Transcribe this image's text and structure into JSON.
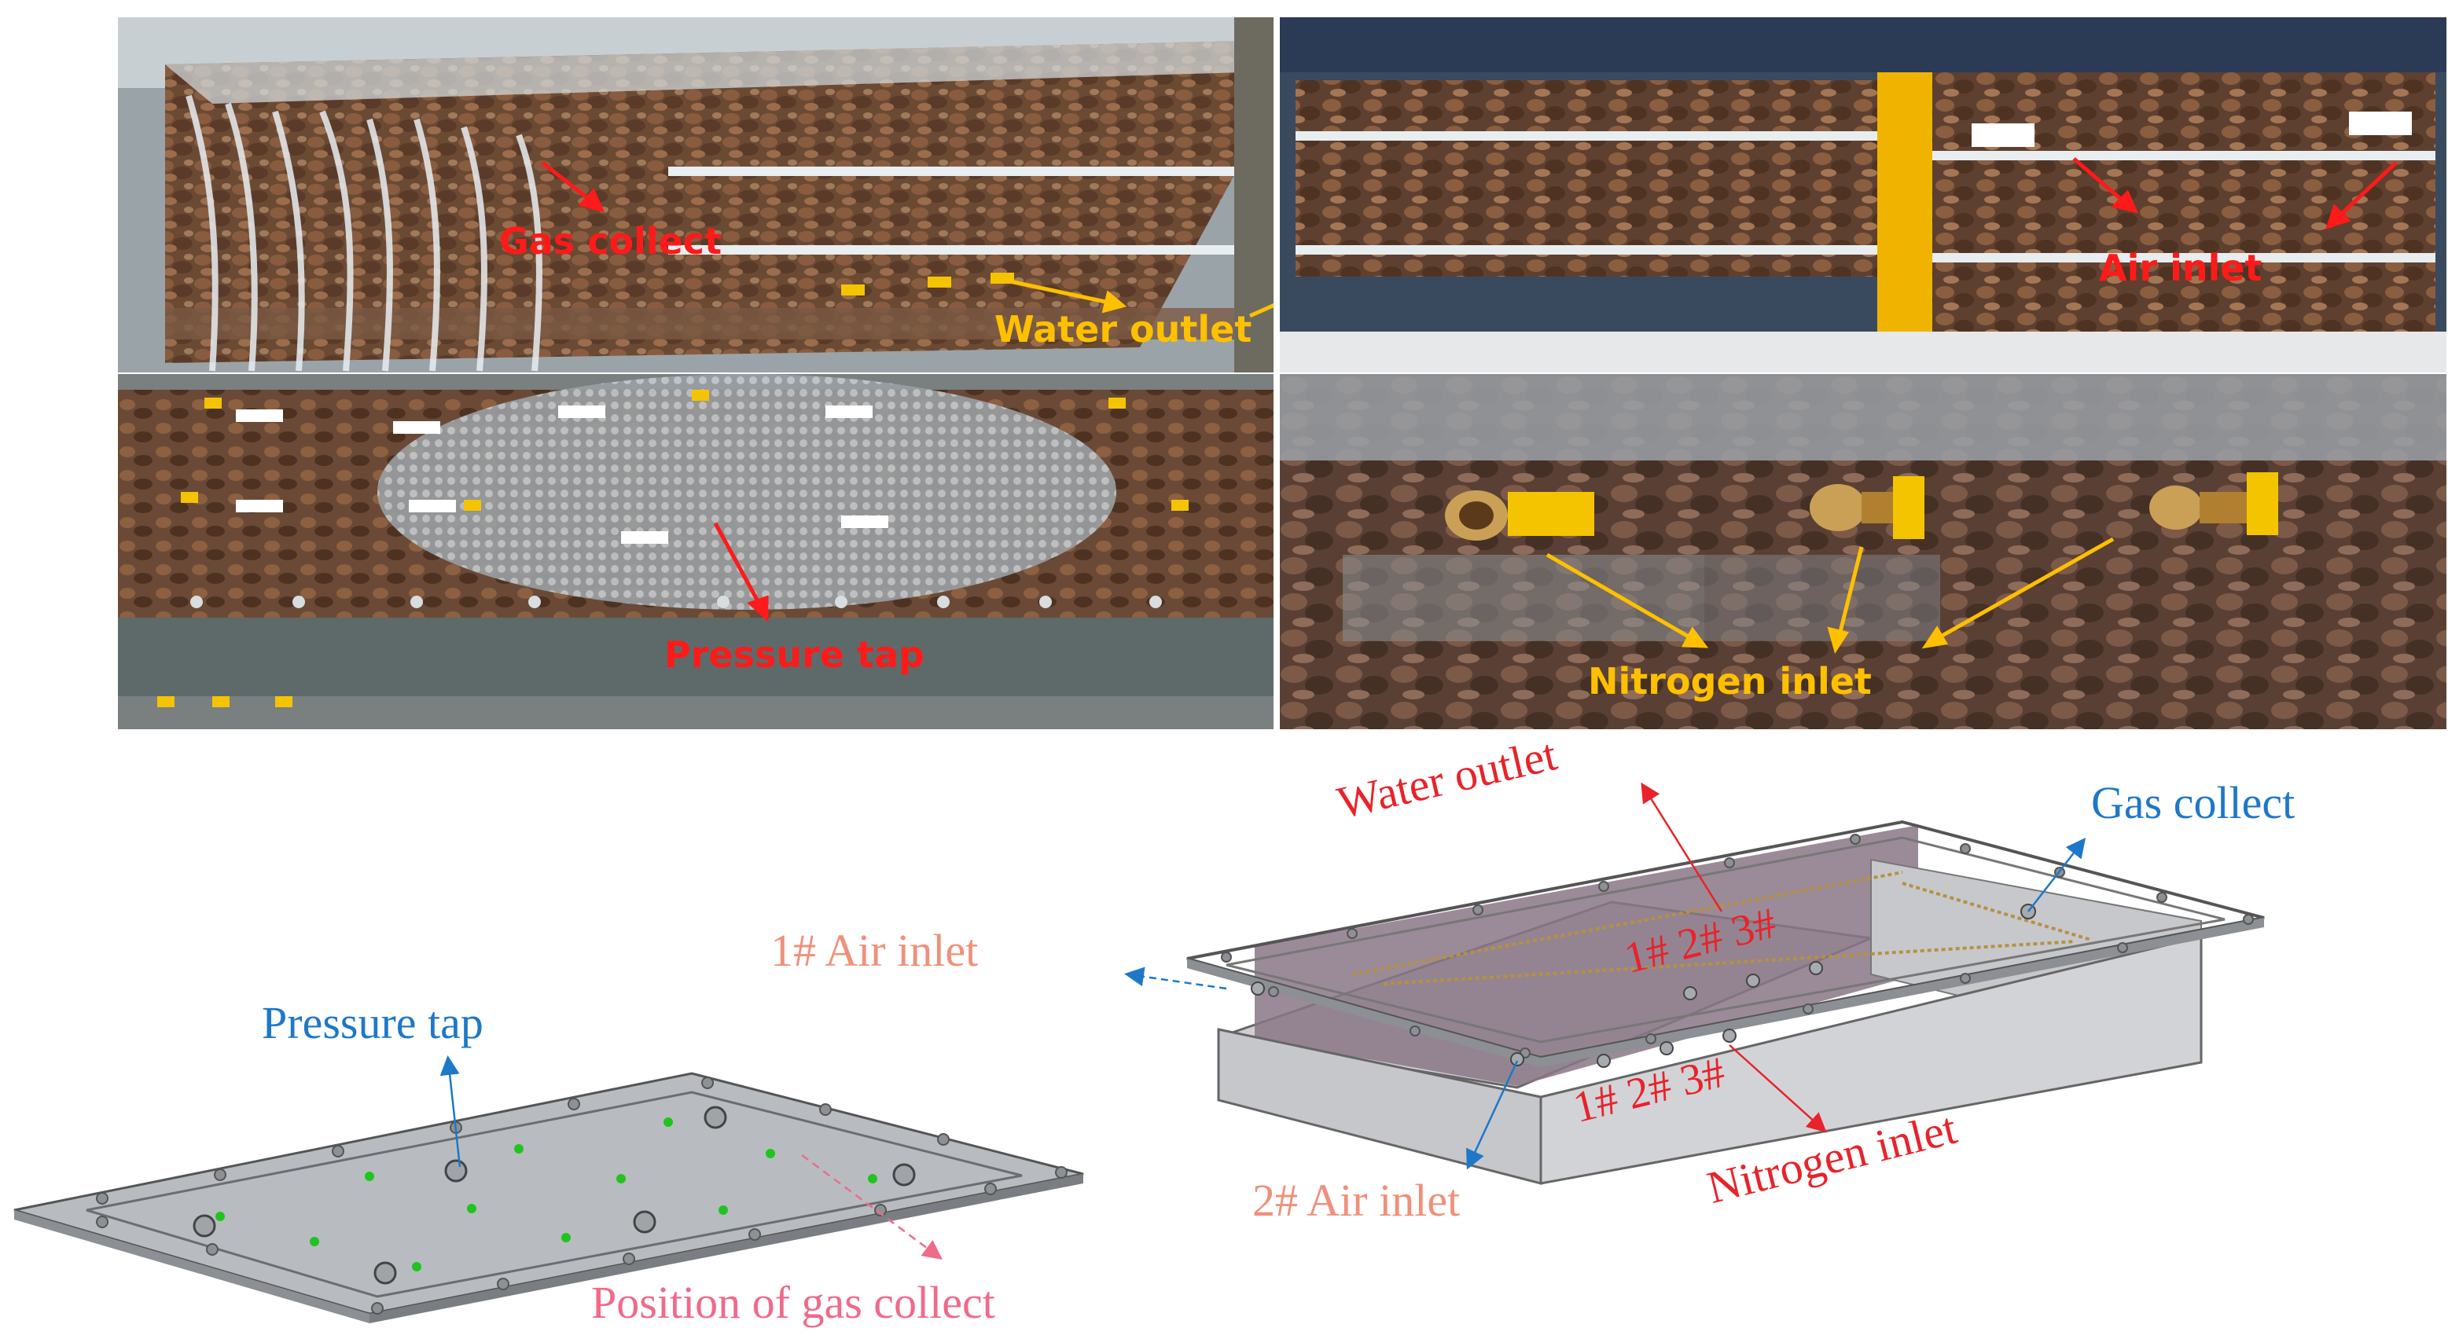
{
  "photos": {
    "top_left": {
      "label": "Gas collect",
      "label2": "Water outlet"
    },
    "top_right": {
      "label": "Air inlet"
    },
    "bottom_left": {
      "label": "Pressure tap"
    },
    "bottom_right": {
      "label": "Nitrogen inlet"
    }
  },
  "diagram_left": {
    "pressure_tap": "Pressure tap",
    "position_gas_collect": "Position of gas collect"
  },
  "diagram_right": {
    "water_outlet": "Water outlet",
    "gas_collect": "Gas collect",
    "air_inlet_1": "1# Air inlet",
    "air_inlet_2": "2# Air inlet",
    "nitrogen_inlet": "Nitrogen inlet",
    "back_numbers": "1# 2# 3#",
    "front_numbers": "1# 2# 3#"
  },
  "colors": {
    "photo_label_red": "#ff1a1a",
    "photo_label_yellow": "#ffc000",
    "diagram_red": "#e8232a",
    "diagram_blue": "#1e78c8",
    "diagram_salmon": "#f0907a",
    "diagram_pink": "#f06a8a"
  }
}
